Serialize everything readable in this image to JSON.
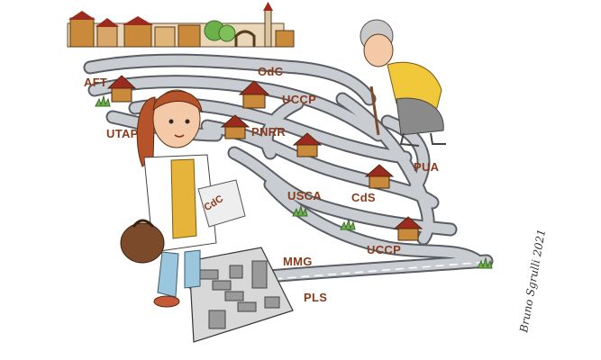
{
  "labels": {
    "aft": "AFT",
    "utap": "UTAP",
    "odc": "OdC",
    "uccp_top": "UCCP",
    "pnrr": "PNRR",
    "pua": "PUA",
    "usca": "USCA",
    "cds": "CdS",
    "uccp_bottom": "UCCP",
    "mmg": "MMG",
    "pls": "PLS",
    "clipboard": "CdC"
  },
  "signature": "Bruno Sgrulli 2021",
  "colors": {
    "road": "#c9ccd1",
    "road_edge": "#5a5d63",
    "house_wall": "#c98a3c",
    "house_roof": "#9b2b1f",
    "label": "#8a3a1a",
    "grass": "#6bb04a"
  }
}
